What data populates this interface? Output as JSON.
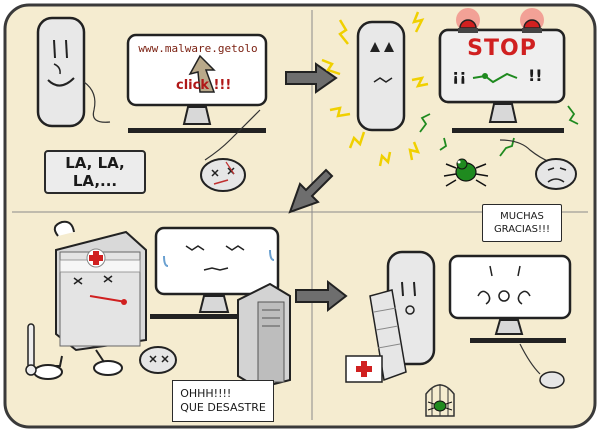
{
  "panel1": {
    "screen_url": "www.malware.getolo",
    "screen_click": "click !!!",
    "bubble": "LA, LA, LA,..."
  },
  "panel2": {
    "stop_sign": "STOP",
    "screen_left_marks": "¡¡",
    "screen_right_marks": "!!"
  },
  "panel3": {
    "bubble": "OHHH!!!!\nQUE DESASTRE"
  },
  "panel4": {
    "bubble": "MUCHAS\nGRACIAS!!!"
  },
  "colors": {
    "frame_fill": "#f5ecd0",
    "frame_stroke": "#3a3a3a",
    "stop_red": "#d02020",
    "virus_green": "#1f8a1f",
    "zap_yellow": "#f0d000",
    "url_brown": "#7a1f10"
  },
  "icons": {
    "arrow_right": "arrow-right-icon",
    "arrow_down_left": "arrow-down-left-icon",
    "siren": "siren-icon",
    "red_cross": "red-cross-icon",
    "virus_bug": "virus-bug-icon"
  }
}
